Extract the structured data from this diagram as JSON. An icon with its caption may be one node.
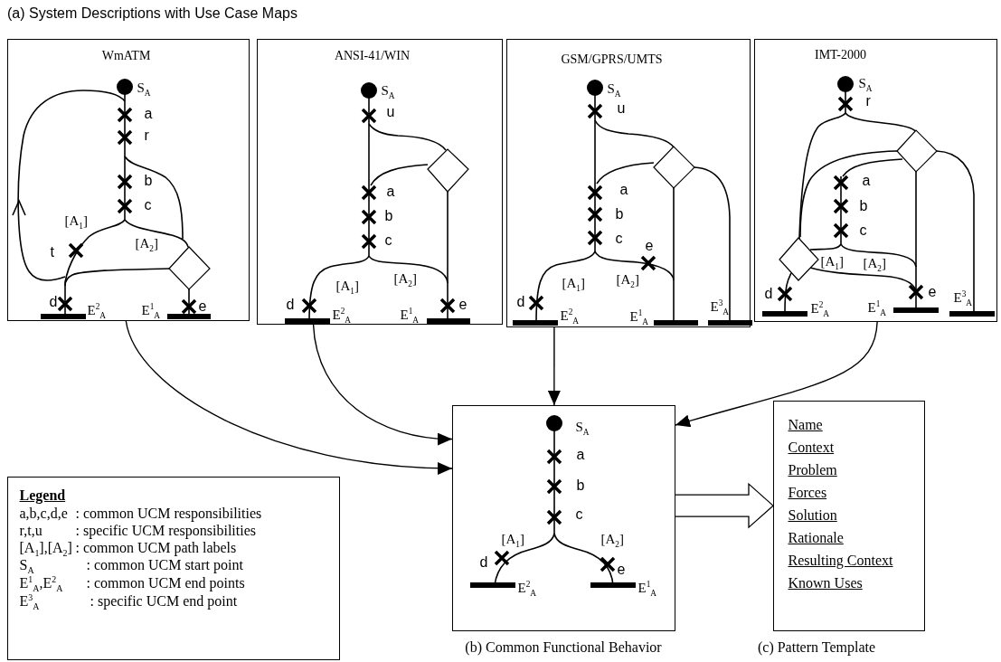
{
  "diagram": {
    "title": "(a) System Descriptions with Use Case Maps",
    "nodes": [
      {
        "text": [
          "WmATM",
          "S$_{A}$",
          "a",
          "r",
          "b",
          "c",
          "[A$_{1}$]",
          "[A$_{2}$]",
          "t",
          "d",
          "E$^{2}$$_{A}$",
          "E$^{1}$$_{A}$",
          "e"
        ]
      },
      {
        "text": [
          "ANSI-41/WIN",
          "S$_{A}$",
          "u",
          "a",
          "b",
          "c",
          "[A$_{1}$]",
          "[A$_{2}$]",
          "d",
          "e",
          "E$^{2}$$_{A}$",
          "E$^{1}$$_{A}$"
        ]
      },
      {
        "text": [
          "GSM/GPRS/UMTS",
          "S$_{A}$",
          "u",
          "a",
          "b",
          "c",
          "e",
          "[A$_{1}$]",
          "[A$_{2}$]",
          "d",
          "E$^{2}$$_{A}$",
          "E$^{1}$$_{A}$",
          "E$^{3}$$_{A}$"
        ]
      },
      {
        "text": [
          "IMT-2000",
          "S$_{A}$",
          "r",
          "a",
          "b",
          "c",
          "[A$_{1}$]",
          "[A$_{2}$]",
          "d",
          "e",
          "E$^{2}$$_{A}$",
          "E$^{1}$$_{A}$",
          "E$^{3}$$_{A}$"
        ]
      },
      {
        "text": [
          "S$_{A}$",
          "a",
          "b",
          "c",
          "[A$_{1}$]",
          "[A$_{2}$]",
          "d",
          "e",
          "E$^{2}$$_{A}$",
          "E$^{1}$$_{A}$"
        ],
        "beside": [
          "(b) Common Functional Behavior"
        ]
      },
      {
        "text": [
          "Name",
          "Context",
          "Problem",
          "Forces",
          "Solution",
          "Rationale",
          "Resulting Context",
          "Known Uses"
        ],
        "beside": [
          "(c) Pattern Template"
        ]
      },
      {
        "text": [
          "Legend",
          "a,b,c,d,e",
          ": common UCM responsibilities",
          "r,t,u",
          ": specific UCM responsibilities",
          "[A$_{1}$],[A$_{2}$]",
          ": common UCM path labels",
          "S$_{A}$",
          ": common UCM start point",
          "E$^{1}$$_{A}$,E$^{2}$$_{A}$",
          ": common UCM end points",
          "E$^{3}$$_{A}$",
          ": specific UCM end point"
        ]
      }
    ],
    "edges": [
      {
        "from": 0,
        "to": 4,
        "arrow": "to"
      },
      {
        "from": 1,
        "to": 4,
        "arrow": "to"
      },
      {
        "from": 2,
        "to": 4,
        "arrow": "to"
      },
      {
        "from": 3,
        "to": 4,
        "arrow": "to"
      },
      {
        "from": 4,
        "to": 5,
        "arrow": "to",
        "style": "thick"
      }
    ]
  }
}
